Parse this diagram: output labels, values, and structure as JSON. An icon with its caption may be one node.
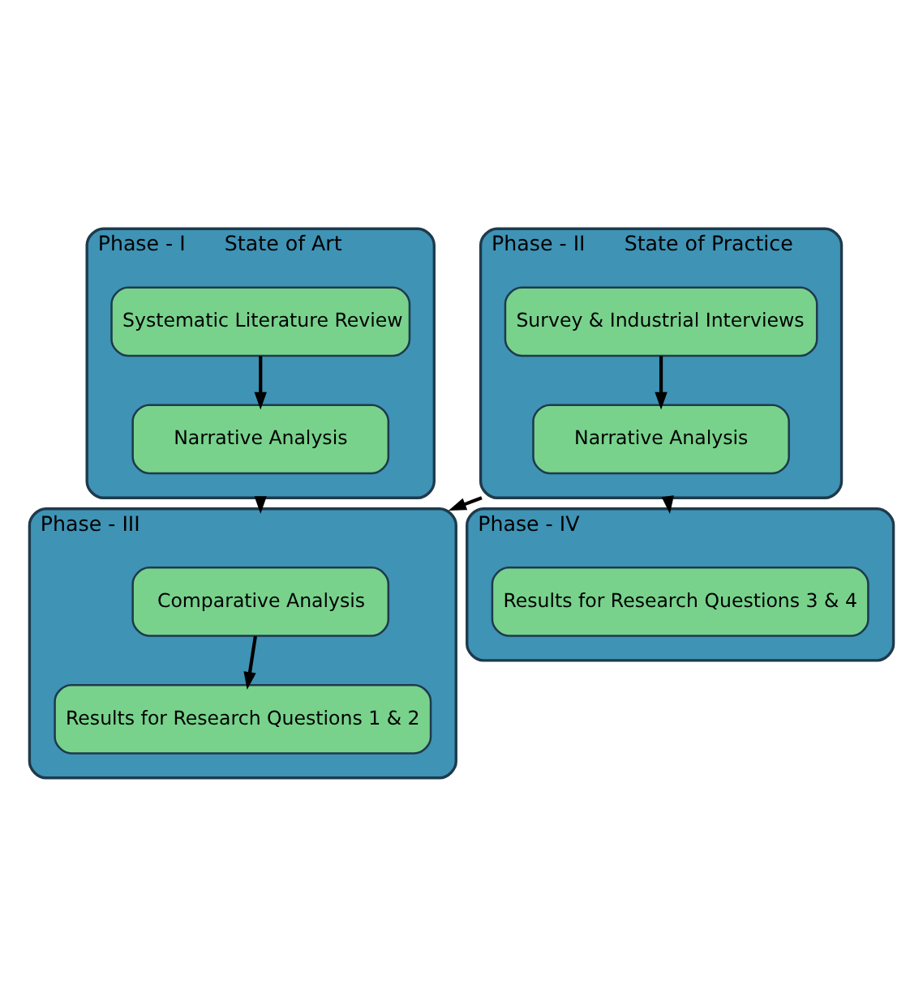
{
  "diagram": {
    "nodes": [
      {
        "text": [
          "Phase - I",
          "State of Art"
        ]
      },
      {
        "text": [
          "Systematic Literature Review"
        ],
        "in": 0
      },
      {
        "text": [
          "Narrative Analysis"
        ],
        "in": 0
      },
      {
        "text": [
          "Phase - II",
          "State of Practice"
        ]
      },
      {
        "text": [
          "Survey & Industrial Interviews"
        ],
        "in": 3
      },
      {
        "text": [
          "Narrative Analysis"
        ],
        "in": 3
      },
      {
        "text": [
          "Phase - III"
        ]
      },
      {
        "text": [
          "Comparative Analysis"
        ],
        "in": 6
      },
      {
        "text": [
          "Results for Research Questions 1 & 2"
        ],
        "in": 6
      },
      {
        "text": [
          "Phase - IV"
        ]
      },
      {
        "text": [
          "Results for Research Questions 3 & 4"
        ],
        "in": 9
      }
    ],
    "edges": [
      {
        "from": 1,
        "to": 2,
        "arrow": "to"
      },
      {
        "from": 4,
        "to": 5,
        "arrow": "to"
      },
      {
        "from": 0,
        "to": 6,
        "arrow": "to"
      },
      {
        "from": 3,
        "to": 6,
        "arrow": "to"
      },
      {
        "from": 3,
        "to": 9,
        "arrow": "to"
      },
      {
        "from": 7,
        "to": 8,
        "arrow": "to"
      }
    ]
  }
}
